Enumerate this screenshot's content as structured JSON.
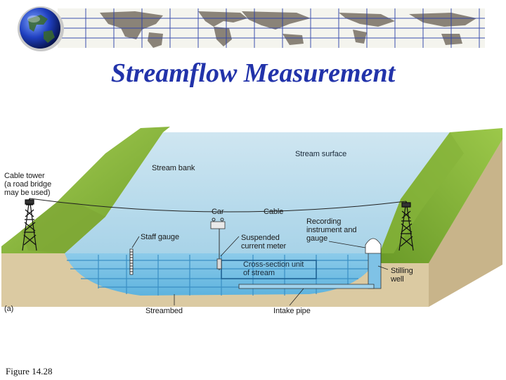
{
  "slide": {
    "title": "Streamflow Measurement",
    "caption": "Figure 14.28"
  },
  "diagram": {
    "panel_label": "(a)",
    "labels": {
      "cable_tower": "Cable tower\n(a road bridge\nmay be used)",
      "stream_bank": "Stream bank",
      "stream_surface": "Stream surface",
      "car": "Car",
      "cable": "Cable",
      "recording_instrument": "Recording\ninstrument and\ngauge",
      "staff_gauge": "Staff gauge",
      "suspended_current_meter": "Suspended\ncurrent meter",
      "cross_section_unit": "Cross-section unit\nof stream",
      "stilling_well": "Stilling\nwell",
      "streambed": "Streambed",
      "intake_pipe": "Intake pipe"
    }
  },
  "colors": {
    "water_surface": "#b9dcec",
    "water_body": "#74bfe4",
    "grass": "#8fbf3c",
    "soil": "#d8c7a0",
    "title": "#2233aa"
  }
}
